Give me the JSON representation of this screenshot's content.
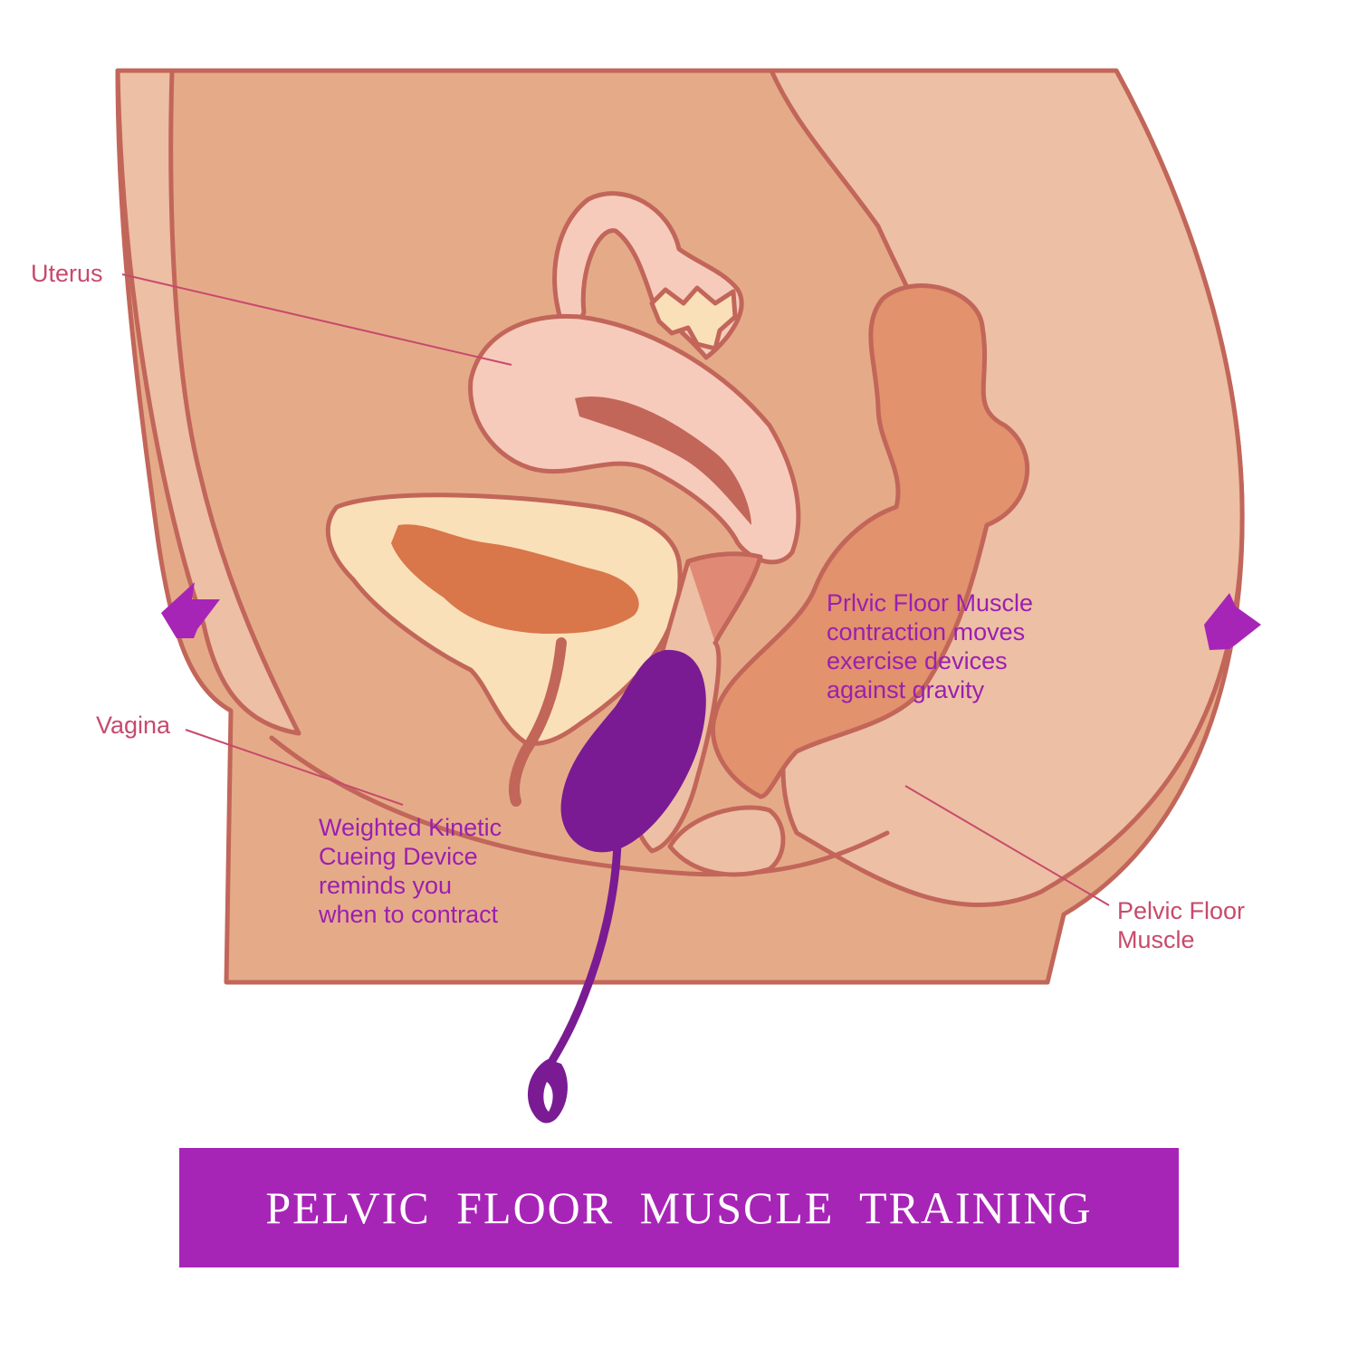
{
  "colors": {
    "outline": "#c2665a",
    "body_dark": "#e5ab89",
    "body_light": "#edbfa4",
    "uterus": "#f7cbbb",
    "bladder": "#fae0b9",
    "bladder_inner": "#d9764a",
    "rectum": "#e2926c",
    "device": "#7a1b93",
    "accent_purple": "#a725b6",
    "label_red": "#c74a6c",
    "label_purple": "#9b1fb0",
    "banner_text": "#ffffff"
  },
  "labels": {
    "uterus": "Uterus",
    "vagina": "Vagina",
    "muscle_contraction": "Prlvic Floor Muscle\ncontraction moves\nexercise devices\nagainst gravity",
    "kinetic_device": "Weighted Kinetic\nCueing Device\nreminds you\nwhen to contract",
    "pelvic_floor_muscle": "Pelvic Floor\nMuscle"
  },
  "icons": {
    "left": "arrow-right-icon",
    "right": "arrow-left-icon"
  },
  "banner": {
    "title": "PELVIC FLOOR MUSCLE TRAINING"
  }
}
